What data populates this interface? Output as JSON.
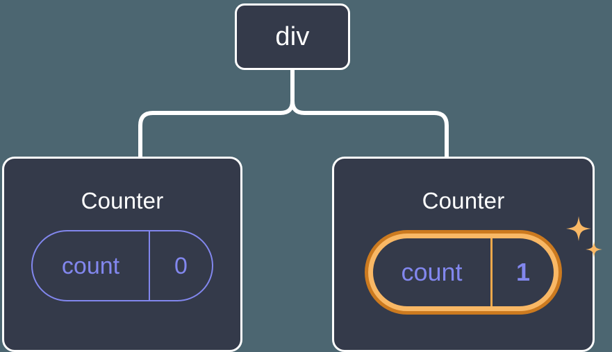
{
  "diagram": {
    "type": "component-tree",
    "background_color": "#4c6671",
    "node_fill_color": "#343a4a",
    "node_border_color": "#ffffff",
    "connector_color": "#ffffff",
    "state_color": "#8287ee",
    "highlight_outer_color": "#cc7a1f",
    "highlight_inner_color": "#f9b865",
    "sparkle_color": "#f9b865"
  },
  "root": {
    "label": "div"
  },
  "children": [
    {
      "title": "Counter",
      "state": {
        "key": "count",
        "value": "0"
      },
      "highlighted": false
    },
    {
      "title": "Counter",
      "state": {
        "key": "count",
        "value": "1"
      },
      "highlighted": true,
      "sparkle_large": "sparkle-icon",
      "sparkle_small": "sparkle-icon"
    }
  ]
}
